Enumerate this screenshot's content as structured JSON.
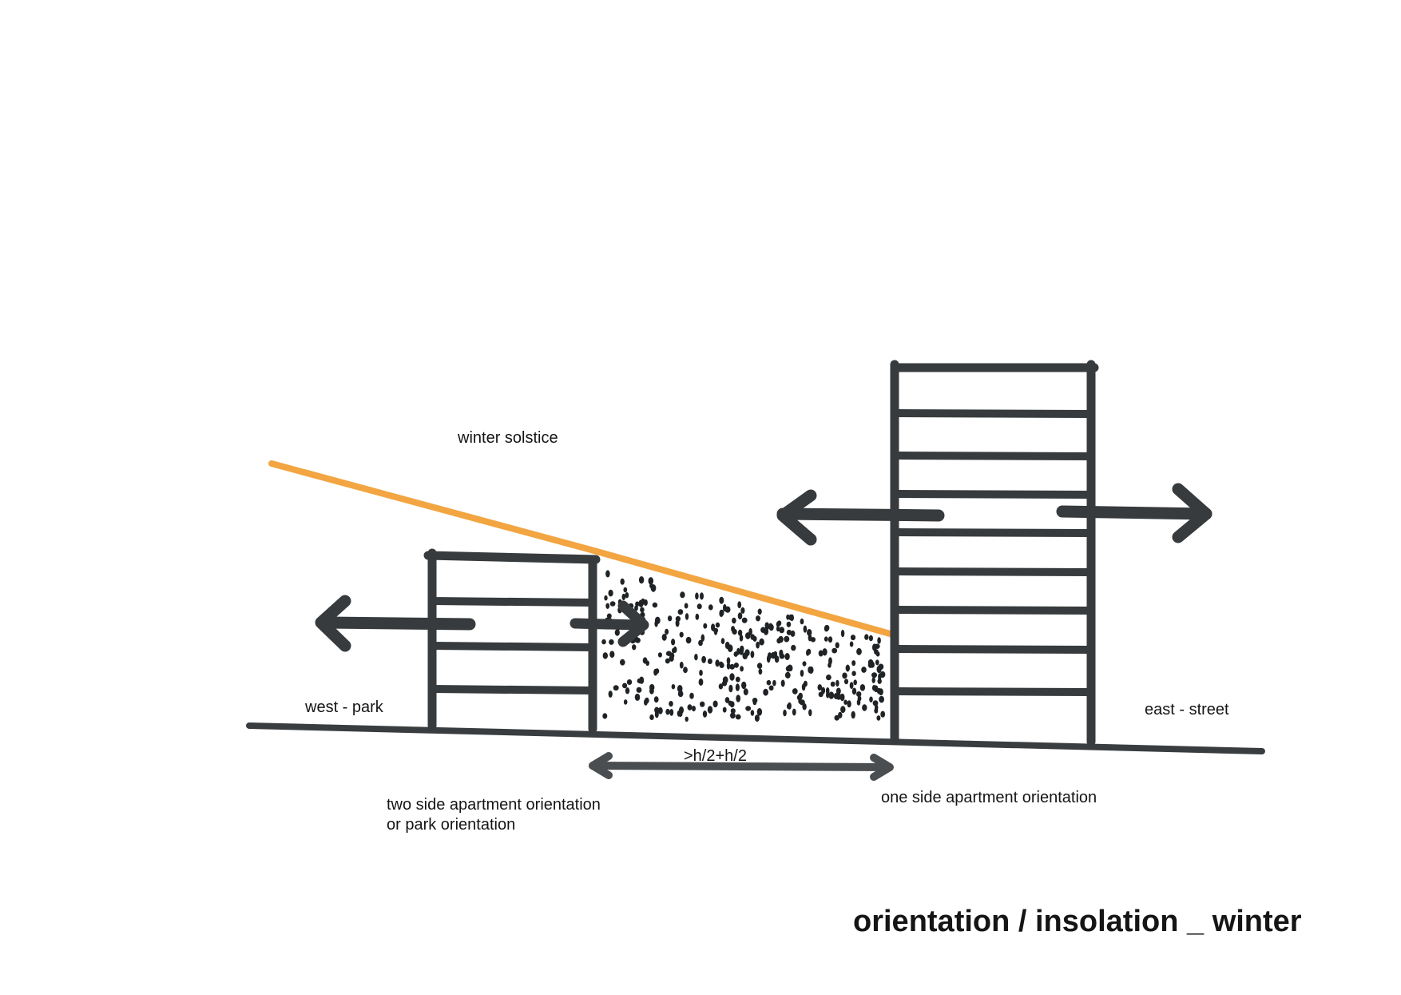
{
  "title": "orientation / insolation _ winter",
  "labels": {
    "winter_solstice": "winter solstice",
    "west": "west - park",
    "east": "east - street",
    "distance": ">h/2+h/2",
    "left_building_line1": "two side apartment orientation",
    "left_building_line2": "or park orientation",
    "right_building": "one side apartment orientation"
  },
  "colors": {
    "ink": "#373b3d",
    "sun_line": "#f2a541",
    "background": "#ffffff"
  },
  "icons": {
    "arrows": "double-headed and single-headed marker arrows"
  }
}
